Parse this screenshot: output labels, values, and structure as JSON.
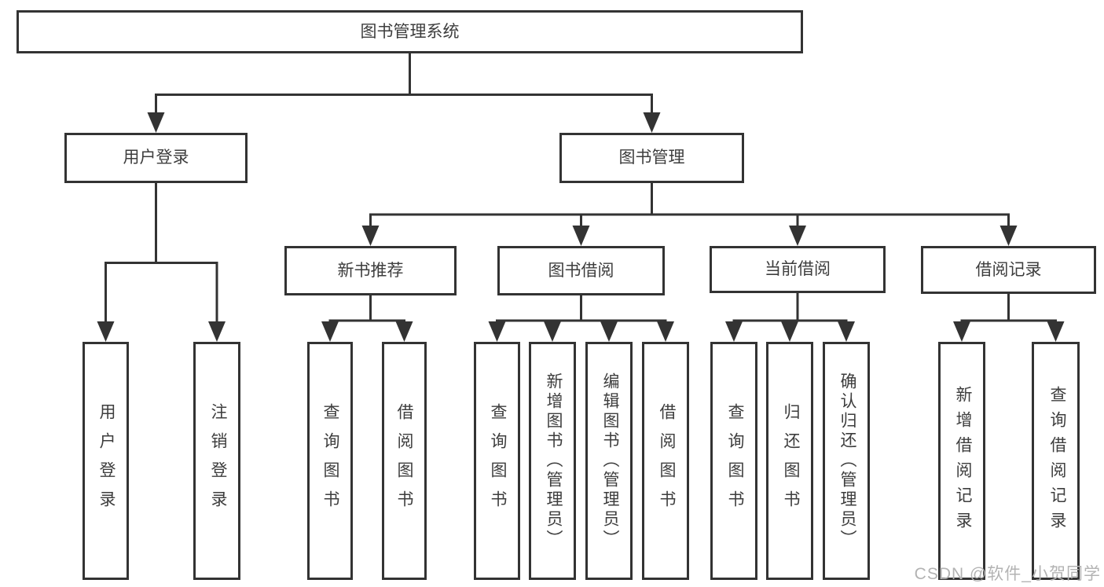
{
  "diagram": {
    "root": "图书管理系统",
    "level2": {
      "user_login": "用户登录",
      "book_mgmt": "图书管理"
    },
    "level3": {
      "new_books": "新书推荐",
      "book_borrow": "图书借阅",
      "current_borrow": "当前借阅",
      "borrow_records": "借阅记录"
    },
    "leaves": {
      "user_login_leaf": "用户登录",
      "logout": "注销登录",
      "nb_query": "查询图书",
      "nb_borrow": "借阅图书",
      "bb_query": "查询图书",
      "bb_add": "新增图书（管理员）",
      "bb_edit": "编辑图书（管理员）",
      "bb_borrow": "借阅图书",
      "cb_query": "查询图书",
      "cb_return": "归还图书",
      "cb_confirm": "确认归还（管理员）",
      "br_add": "新增借阅记录",
      "br_query": "查询借阅记录"
    }
  },
  "watermark": {
    "text": "CSDN @软件_小贺同学",
    "color": "#b3b3b3"
  },
  "colors": {
    "line": "#333333",
    "border": "#333333",
    "text": "#3d3d3d",
    "background": "#ffffff"
  }
}
